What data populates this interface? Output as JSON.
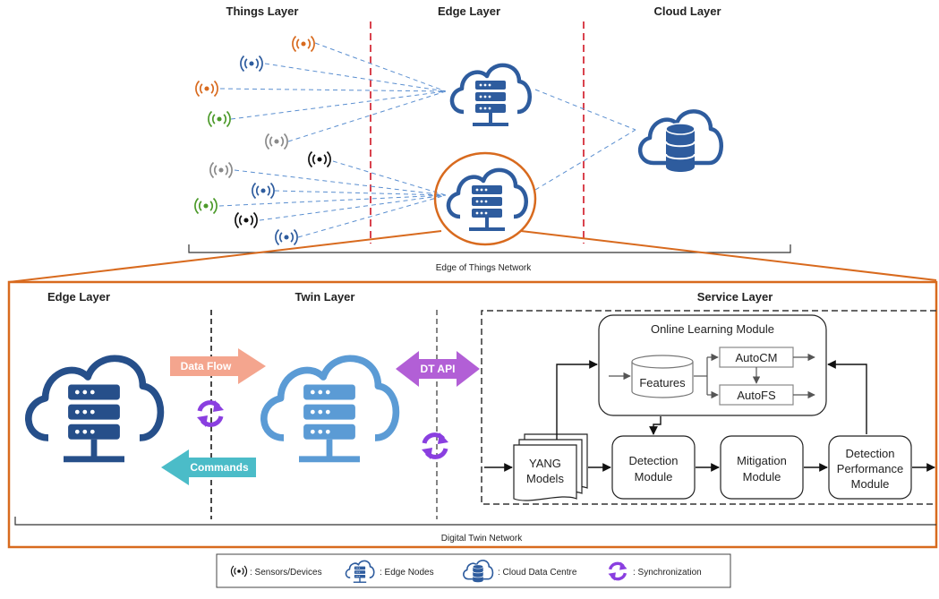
{
  "top": {
    "things_layer_title": "Things Layer",
    "edge_layer_title": "Edge Layer",
    "cloud_layer_title": "Cloud Layer",
    "network_label": "Edge of Things Network"
  },
  "bottom": {
    "edge_layer_title": "Edge Layer",
    "twin_layer_title": "Twin Layer",
    "service_layer_title": "Service Layer",
    "network_label": "Digital Twin Network",
    "data_flow_label": "Data Flow",
    "commands_label": "Commands",
    "dt_api_label": "DT API"
  },
  "service": {
    "online_learning_title": "Online Learning Module",
    "features_label": "Features",
    "autocm_label": "AutoCM",
    "autofs_label": "AutoFS",
    "yang_line1": "YANG",
    "yang_line2": "Models",
    "detection_line1": "Detection",
    "detection_line2": "Module",
    "mitigation_line1": "Mitigation",
    "mitigation_line2": "Module",
    "perf_line1": "Detection",
    "perf_line2": "Performance",
    "perf_line3": "Module"
  },
  "legend": {
    "sensors": ": Sensors/Devices",
    "edge_nodes": ": Edge Nodes",
    "cloud": ": Cloud Data Centre",
    "sync": ": Synchronization"
  },
  "colors": {
    "orange": "#D86A1E",
    "green": "#4C9A2A",
    "blue": "#2E5C9E",
    "gray": "#8A8A8A",
    "black": "#111111",
    "edge_dark": "#264F8A",
    "twin_light": "#5B9BD5",
    "data_flow_arrow": "#F4A58E",
    "commands_arrow": "#4BBCC8",
    "dt_api_arrow": "#B25FD6",
    "sync_purple": "#8A3FE0",
    "red_dashed": "#D9434E"
  }
}
